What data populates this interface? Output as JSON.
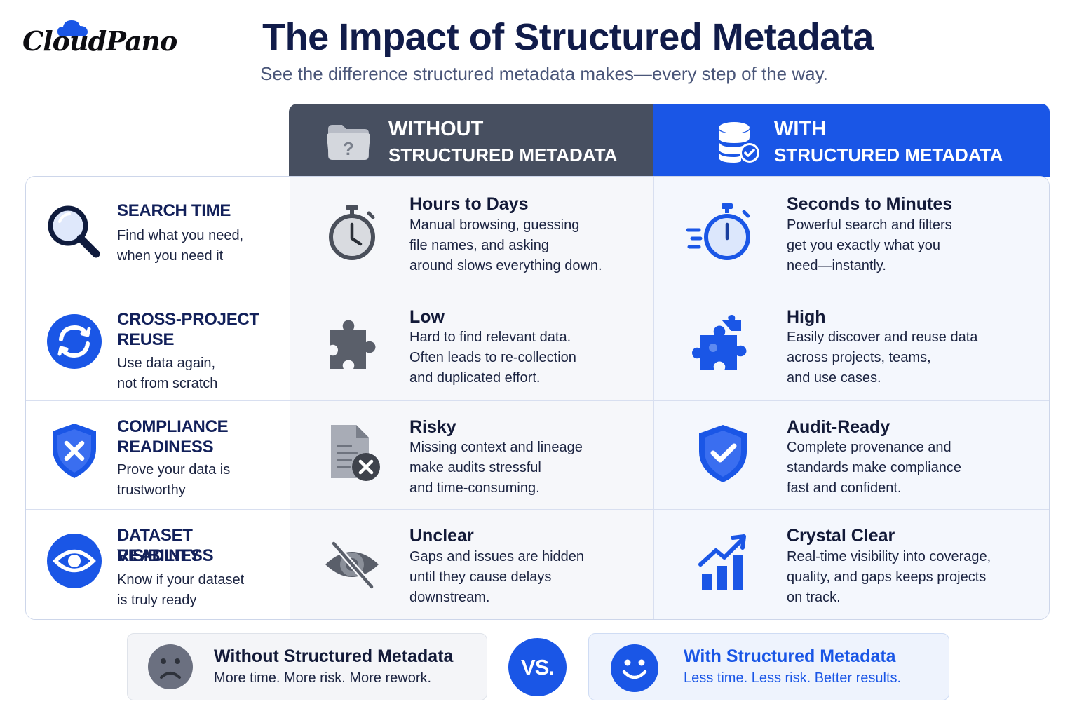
{
  "brand": {
    "logo_text": "CloudPano",
    "color_accent": "#1a56e6",
    "color_dark": "#474f60"
  },
  "header": {
    "title": "The Impact of Structured Metadata",
    "subtitle": "See the difference structured metadata makes—every step of the way."
  },
  "columns": {
    "without": {
      "line1": "WITHOUT",
      "line2": "STRUCTURED METADATA",
      "icon": "folder-question-icon"
    },
    "with": {
      "line1": "WITH",
      "line2": "STRUCTURED METADATA",
      "icon": "database-check-icon"
    }
  },
  "rows": [
    {
      "category": {
        "title_line1": "SEARCH TIME",
        "title_line2": "",
        "desc_line1": "Find what you need,",
        "desc_line2": "when you need it",
        "icon": "magnifier-icon"
      },
      "without": {
        "title": "Hours to Days",
        "d1": "Manual browsing, guessing",
        "d2": "file names, and asking",
        "d3": "around slows everything down.",
        "icon": "stopwatch-icon"
      },
      "with": {
        "title": "Seconds to Minutes",
        "d1": "Powerful search and filters",
        "d2": "get you exactly what you",
        "d3": "need—instantly.",
        "icon": "fast-stopwatch-icon"
      }
    },
    {
      "category": {
        "title_line1": "CROSS-PROJECT",
        "title_line2": "REUSE",
        "desc_line1": "Use data again,",
        "desc_line2": "not from scratch",
        "icon": "refresh-cycle-icon"
      },
      "without": {
        "title": "Low",
        "d1": "Hard to find relevant data.",
        "d2": "Often leads to re-collection",
        "d3": "and duplicated effort.",
        "icon": "puzzle-piece-icon"
      },
      "with": {
        "title": "High",
        "d1": "Easily discover and reuse data",
        "d2": "across projects, teams,",
        "d3": "and use cases.",
        "icon": "puzzle-piece-blue-icon"
      }
    },
    {
      "category": {
        "title_line1": "COMPLIANCE",
        "title_line2": "READINESS",
        "desc_line1": "Prove your data is",
        "desc_line2": "trustworthy",
        "icon": "shield-x-icon"
      },
      "without": {
        "title": "Risky",
        "d1": "Missing context and lineage",
        "d2": "make audits stressful",
        "d3": "and time-consuming.",
        "icon": "document-x-icon"
      },
      "with": {
        "title": "Audit-Ready",
        "d1": "Complete provenance and",
        "d2": "standards make compliance",
        "d3": "fast and confident.",
        "icon": "shield-check-icon"
      }
    },
    {
      "category": {
        "title_line1": "DATASET READINESS",
        "title_line2": "VISIBILITY",
        "desc_line1": "Know if your dataset",
        "desc_line2": "is truly ready",
        "icon": "eye-icon"
      },
      "without": {
        "title": "Unclear",
        "d1": "Gaps and issues are hidden",
        "d2": "until they cause delays",
        "d3": "downstream.",
        "icon": "eye-slash-icon"
      },
      "with": {
        "title": "Crystal Clear",
        "d1": "Real-time visibility into coverage,",
        "d2": "quality, and gaps keeps projects",
        "d3": "on track.",
        "icon": "chart-up-icon"
      }
    }
  ],
  "footer": {
    "without": {
      "title": "Without Structured Metadata",
      "subtitle": "More time. More risk. More rework.",
      "icon": "sad-face-icon"
    },
    "vs": "VS.",
    "with": {
      "title": "With Structured Metadata",
      "subtitle": "Less time. Less risk. Better results.",
      "icon": "smile-face-icon"
    }
  }
}
